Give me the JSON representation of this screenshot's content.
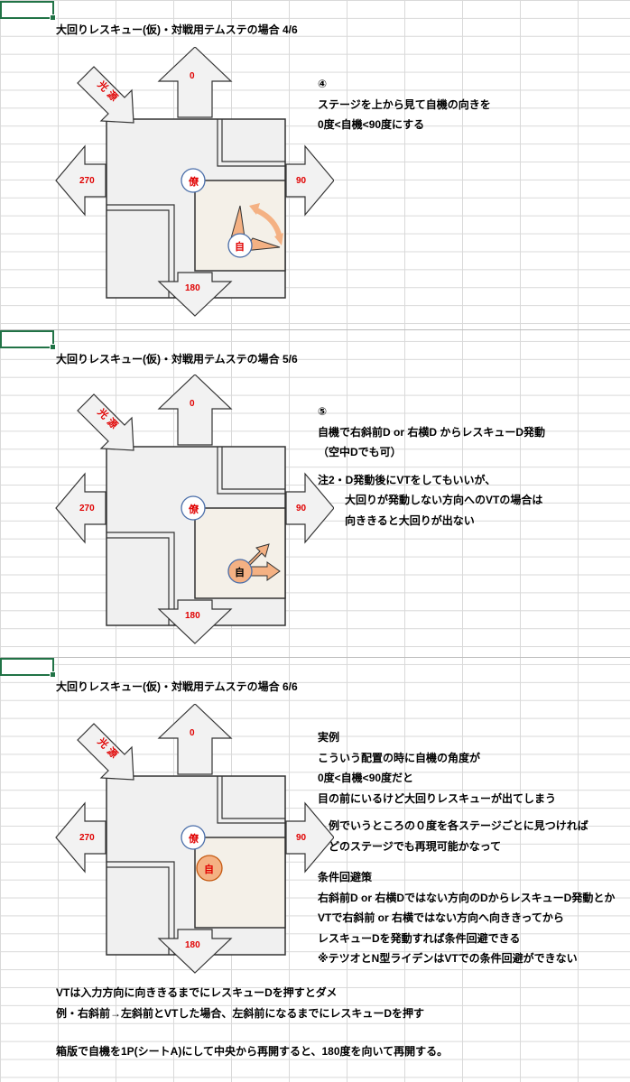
{
  "sections": [
    {
      "title": "大回りレスキュー(仮)・対戦用テムステの場合 4/6",
      "labels": {
        "up": "0",
        "right": "90",
        "down": "180",
        "left": "270",
        "light": "光源",
        "center": "僚",
        "self": "自"
      },
      "notes": [
        "④",
        "ステージを上から見て自機の向きを",
        "0度<自機<90度にする"
      ]
    },
    {
      "title": "大回りレスキュー(仮)・対戦用テムステの場合 5/6",
      "labels": {
        "up": "0",
        "right": "90",
        "down": "180",
        "left": "270",
        "light": "光源",
        "center": "僚",
        "self": "自"
      },
      "notes": [
        "⑤",
        "自機で右斜前D or 右横D からレスキューD発動",
        "（空中Dでも可）",
        "注2・D発動後にVTをしてもいいが、",
        "大回りが発動しない方向へのVTの場合は",
        "向ききると大回りが出ない"
      ]
    },
    {
      "title": "大回りレスキュー(仮)・対戦用テムステの場合 6/6",
      "labels": {
        "up": "0",
        "right": "90",
        "down": "180",
        "left": "270",
        "light": "光源",
        "center": "僚",
        "self": "自"
      },
      "notes": [
        "実例",
        "こういう配置の時に自機の角度が",
        "0度<自機<90度だと",
        "目の前にいるけど大回りレスキューが出てしまう",
        "例でいうところの０度を各ステージごとに見つければ",
        "どのステージでも再現可能かなって",
        "条件回避策",
        "右斜前D or 右横Dではない方向のDからレスキューD発動とか",
        "VTで右斜前 or 右横ではない方向へ向ききってから",
        "レスキューDを発動すれば条件回避できる",
        "※テツオとN型ライデンはVTでの条件回避ができない"
      ]
    }
  ],
  "footer": [
    "VTは入力方向に向ききるまでにレスキューDを押すとダメ",
    "例・右斜前→左斜前とVTした場合、左斜前になるまでにレスキューDを押す",
    "箱版で自機を1P(シートA)にして中央から再開すると、180度を向いて再開する。"
  ],
  "colors": {
    "selection": "#217346",
    "label_red": "#e00000",
    "self_fill_blue": "#ffffff",
    "self_fill_orange": "#f4b183",
    "arrow_orange": "#f4b183",
    "quad_fill": "#f4f0e8"
  }
}
